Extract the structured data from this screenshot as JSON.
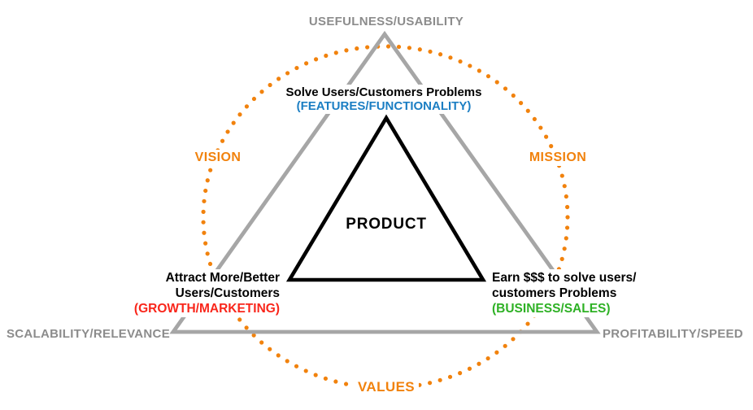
{
  "colors": {
    "orange": "#F1820D",
    "blue": "#1B7EC3",
    "red": "#F9261B",
    "green": "#2EB125",
    "gray_text": "#8C8C8C",
    "gray_line": "#A6A6A6",
    "black": "#000000"
  },
  "outer_triangle": {
    "top_label": "USEFULNESS/USABILITY",
    "bottom_left_label": "SCALABILITY/RELEVANCE",
    "bottom_right_label": "PROFITABILITY/SPEED"
  },
  "ring": {
    "left_label": "VISION",
    "right_label": "MISSION",
    "bottom_label": "VALUES"
  },
  "center_label": "PRODUCT",
  "vertex_notes": {
    "top": {
      "line1": "Solve Users/Customers Problems",
      "tag": "(FEATURES/FUNCTIONALITY)"
    },
    "left": {
      "line1": "Attract More/Better",
      "line2": "Users/Customers",
      "tag": "(GROWTH/MARKETING)"
    },
    "right": {
      "line1": "Earn $$$ to solve users/",
      "line2": "customers Problems",
      "tag": "(BUSINESS/SALES)"
    }
  }
}
